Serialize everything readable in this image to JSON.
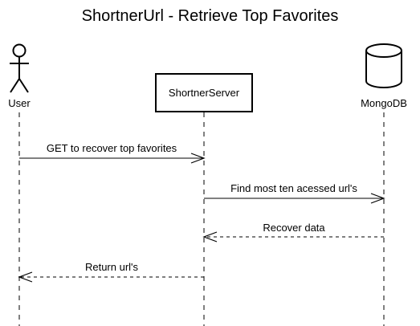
{
  "title": "ShortnerUrl - Retrieve Top Favorites",
  "participants": [
    {
      "id": "user",
      "label": "User",
      "kind": "actor"
    },
    {
      "id": "server",
      "label": "ShortnerServer",
      "kind": "box"
    },
    {
      "id": "mongo",
      "label": "MongoDB",
      "kind": "database"
    }
  ],
  "messages": [
    {
      "from": "user",
      "to": "server",
      "label": "GET to recover top favorites",
      "style": "sync"
    },
    {
      "from": "server",
      "to": "mongo",
      "label": "Find most ten acessed url's",
      "style": "sync"
    },
    {
      "from": "mongo",
      "to": "server",
      "label": "Recover data",
      "style": "return"
    },
    {
      "from": "server",
      "to": "user",
      "label": "Return url's",
      "style": "return"
    }
  ]
}
